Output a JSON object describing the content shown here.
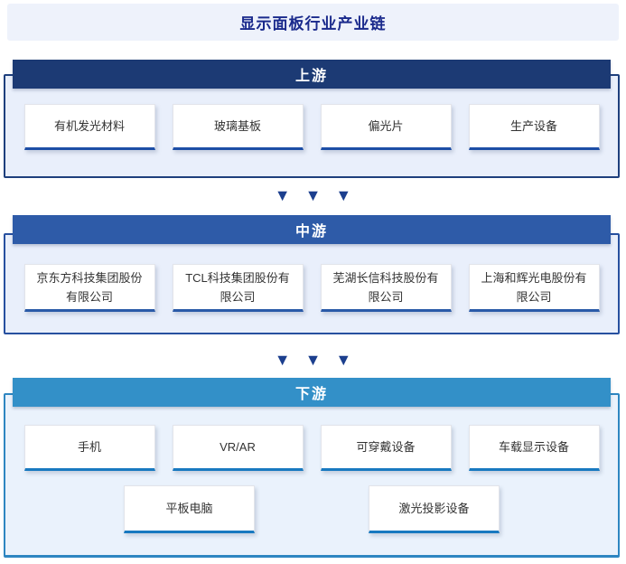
{
  "title": "显示面板行业产业链",
  "arrow": {
    "glyph": "▼"
  },
  "sections": {
    "upstream": {
      "label": "上游",
      "items": [
        "有机发光材料",
        "玻璃基板",
        "偏光片",
        "生产设备"
      ]
    },
    "midstream": {
      "label": "中游",
      "items": [
        "京东方科技集团股份有限公司",
        "TCL科技集团股份有限公司",
        "芜湖长信科技股份有限公司",
        "上海和辉光电股份有限公司"
      ]
    },
    "downstream": {
      "label": "下游",
      "items_row1": [
        "手机",
        "VR/AR",
        "可穿戴设备",
        "车载显示设备"
      ],
      "items_row2": [
        "平板电脑",
        "激光投影设备"
      ]
    }
  },
  "colors": {
    "title_text": "#1a2a8c",
    "title_bg": "#eef2fb",
    "upstream_header": "#1c3a74",
    "midstream_header": "#2e5ba8",
    "downstream_header": "#3390c8",
    "section_bg": "#e9effb",
    "upstream_border": "#1e3f7d",
    "midstream_border": "#27509f",
    "downstream_border": "#2e86c1",
    "upstream_card_accent": "#1d4ea6",
    "midstream_card_accent": "#2a5aa8",
    "downstream_card_accent": "#1879c0",
    "arrow_color": "#1c3f8e"
  }
}
